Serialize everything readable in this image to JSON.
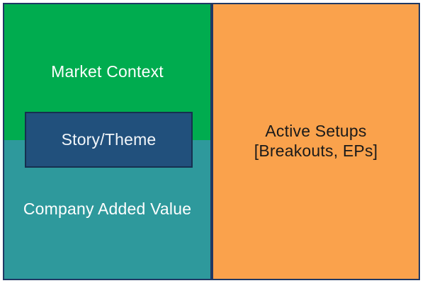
{
  "diagram": {
    "title": "trading-context-diagram",
    "boxes": {
      "market_context": {
        "label": "Market Context",
        "fill": "#00AC4F",
        "text_color": "#FFFFFF"
      },
      "company_added_value": {
        "label": "Company Added Value",
        "fill": "#2E999C",
        "text_color": "#FFFFFF"
      },
      "story_theme": {
        "label": "Story/Theme",
        "fill": "#21507C",
        "text_color": "#F2F6FA"
      },
      "active_setups": {
        "line1": "Active Setups",
        "line2": "[Breakouts, EPs]",
        "fill": "#FAA24C",
        "text_color": "#1A1A1A"
      }
    },
    "border_color": "#1F3864",
    "background_color": "#FFFFFF"
  }
}
